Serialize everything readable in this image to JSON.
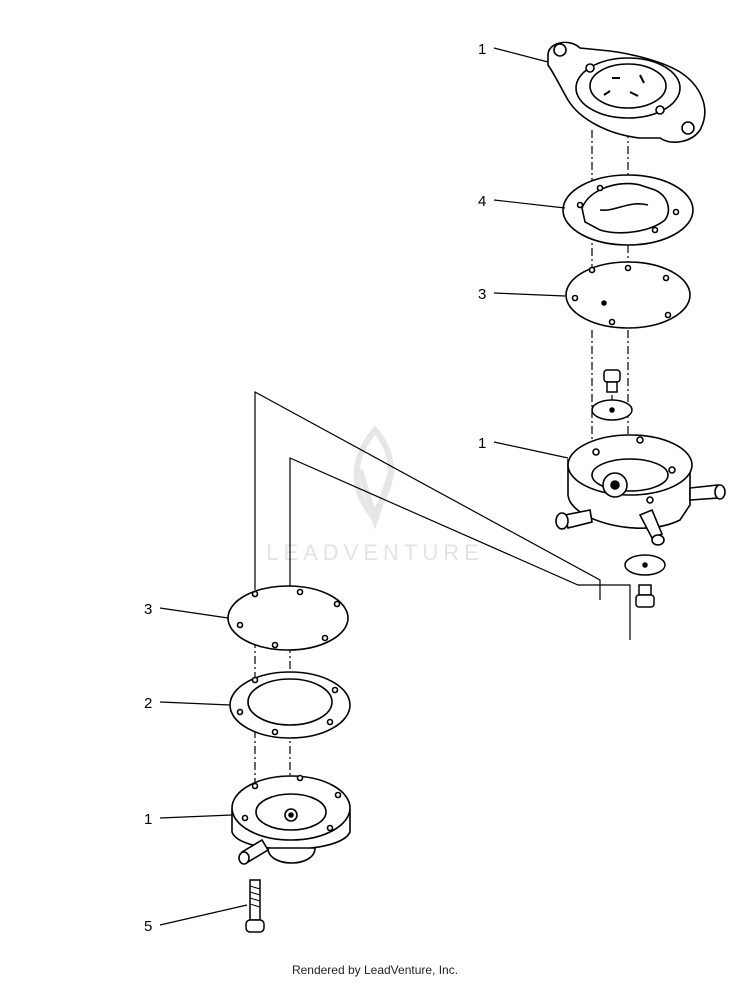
{
  "callouts": {
    "top_cover": "1",
    "top_gasket": "4",
    "top_diaphragm": "3",
    "pump_body": "1",
    "bottom_diaphragm": "3",
    "bottom_gasket": "2",
    "bottom_cover": "1",
    "screw": "5"
  },
  "watermark": "LEADVENTURE",
  "footer": "Rendered by LeadVenture, Inc."
}
